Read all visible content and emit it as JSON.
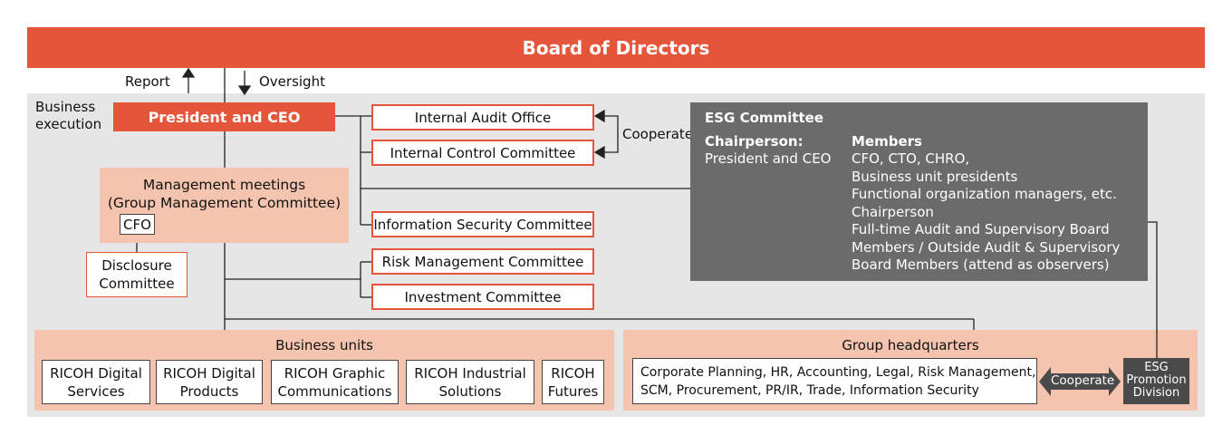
{
  "board": "Board of Directors",
  "report": "Report",
  "oversight": "Oversight",
  "business_execution": "Business\nexecution",
  "president": "President and CEO",
  "committees": {
    "internal_audit": "Internal Audit Office",
    "internal_control": "Internal Control Committee",
    "info_security": "Information Security Committee",
    "risk": "Risk Management Committee",
    "investment": "Investment Committee"
  },
  "cooperate": "Cooperate",
  "management": "Management meetings\n(Group Management Committee)",
  "cfo": "CFO",
  "disclosure": "Disclosure\nCommittee",
  "esg_committee": {
    "title": "ESG Committee",
    "chair_label": "Chairperson:",
    "chair": "President and CEO",
    "members_label": "Members",
    "members": "CFO, CTO, CHRO,\nBusiness unit presidents\nFunctional organization managers, etc.\nChairperson\nFull-time Audit and Supervisory Board\nMembers / Outside Audit & Supervisory\nBoard Members (attend as observers)"
  },
  "business_units": {
    "title": "Business units",
    "items": [
      "RICOH Digital\nServices",
      "RICOH Digital\nProducts",
      "RICOH Graphic\nCommunications",
      "RICOH Industrial\nSolutions",
      "RICOH\nFutures"
    ]
  },
  "group_hq": {
    "title": "Group headquarters",
    "functions": "Corporate Planning, HR, Accounting, Legal, Risk Management,\nSCM, Procurement, PR/IR, Trade, Information Security",
    "cooperate": "Cooperate",
    "esg_promotion": "ESG\nPromotion\nDivision"
  },
  "colors": {
    "accent": "#e4553a",
    "peach": "#f4c4ae",
    "gray": "#e6e6e6",
    "dark": "#6b6b6b"
  }
}
